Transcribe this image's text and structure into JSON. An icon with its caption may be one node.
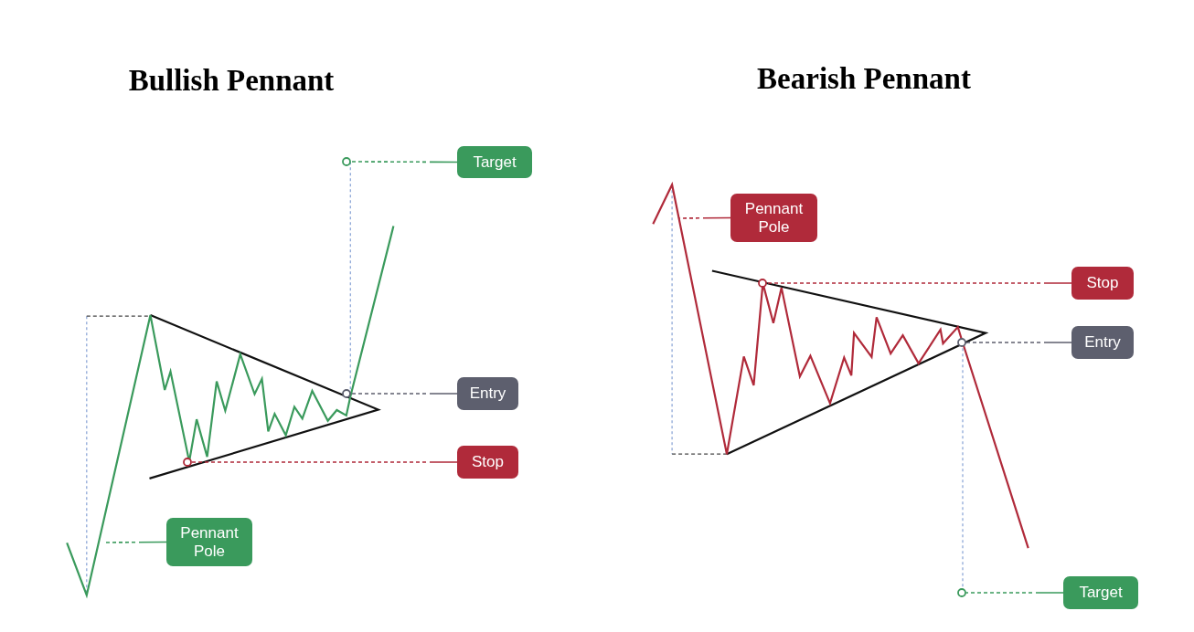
{
  "diagram": {
    "nodes": [
      {
        "text": [
          "Target"
        ]
      },
      {
        "text": [],
        "shape": "circle"
      },
      {
        "text": [
          "Entry"
        ]
      },
      {
        "text": [],
        "shape": "circle"
      },
      {
        "text": [
          "Stop"
        ]
      },
      {
        "text": [],
        "shape": "circle"
      },
      {
        "text": [
          "Pennant Pole"
        ]
      },
      {
        "text": [
          "Pennant Pole"
        ]
      },
      {
        "text": [
          "Stop"
        ]
      },
      {
        "text": [],
        "shape": "circle"
      },
      {
        "text": [
          "Entry"
        ]
      },
      {
        "text": [],
        "shape": "circle"
      },
      {
        "text": [
          "Target"
        ]
      },
      {
        "text": [],
        "shape": "circle"
      }
    ],
    "edges": [
      {
        "from": 0,
        "to": 1,
        "arrow": "none",
        "style": "dashed",
        "color": "#3a9a5c"
      },
      {
        "from": 2,
        "to": 3,
        "arrow": "none",
        "style": "dashed",
        "color": "#5d5f6e"
      },
      {
        "from": 4,
        "to": 5,
        "arrow": "none",
        "style": "dashed",
        "color": "#b02a3a"
      },
      {
        "from": 6,
        "to": null,
        "arrow": "none",
        "style": "dashed",
        "color": "#3a9a5c"
      },
      {
        "from": 7,
        "to": null,
        "arrow": "none",
        "style": "dashed",
        "color": "#b02a3a"
      },
      {
        "from": 8,
        "to": 9,
        "arrow": "none",
        "style": "dashed",
        "color": "#b02a3a"
      },
      {
        "from": 10,
        "to": 11,
        "arrow": "none",
        "style": "dashed",
        "color": "#5d5f6e"
      },
      {
        "from": 12,
        "to": 13,
        "arrow": "none",
        "style": "dashed",
        "color": "#3a9a5c"
      }
    ],
    "labels": [
      "Bullish Pennant",
      "Bearish Pennant"
    ]
  }
}
